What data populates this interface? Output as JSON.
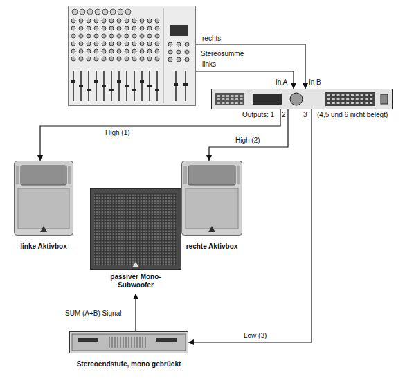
{
  "diagram": {
    "nodes": [
      {
        "text": [
          "Stereosumme"
        ]
      },
      {
        "text": [
          "In A",
          "In B",
          "Outputs: 1",
          "2",
          "3",
          "(4,5 und 6 nicht belegt)"
        ]
      },
      {
        "text": [
          "linke Aktivbox"
        ]
      },
      {
        "text": [
          "rechte Aktivbox"
        ]
      },
      {
        "text": [
          "passiver Mono-Subwoofer"
        ]
      },
      {
        "text": [
          "Stereoendstufe, mono gebrückt"
        ]
      }
    ],
    "edges": [
      {
        "from": 0,
        "to": 1,
        "label": "rechts",
        "arrow": "to"
      },
      {
        "from": 0,
        "to": 1,
        "label": "links",
        "arrow": "to"
      },
      {
        "from": 1,
        "to": 2,
        "label": "High (1)",
        "arrow": "to"
      },
      {
        "from": 1,
        "to": 3,
        "label": "High (2)",
        "arrow": "to"
      },
      {
        "from": 1,
        "to": 5,
        "label": "Low (3)",
        "arrow": "to"
      },
      {
        "from": 5,
        "to": 4,
        "label": "SUM (A+B) Signal",
        "arrow": "to"
      }
    ]
  }
}
